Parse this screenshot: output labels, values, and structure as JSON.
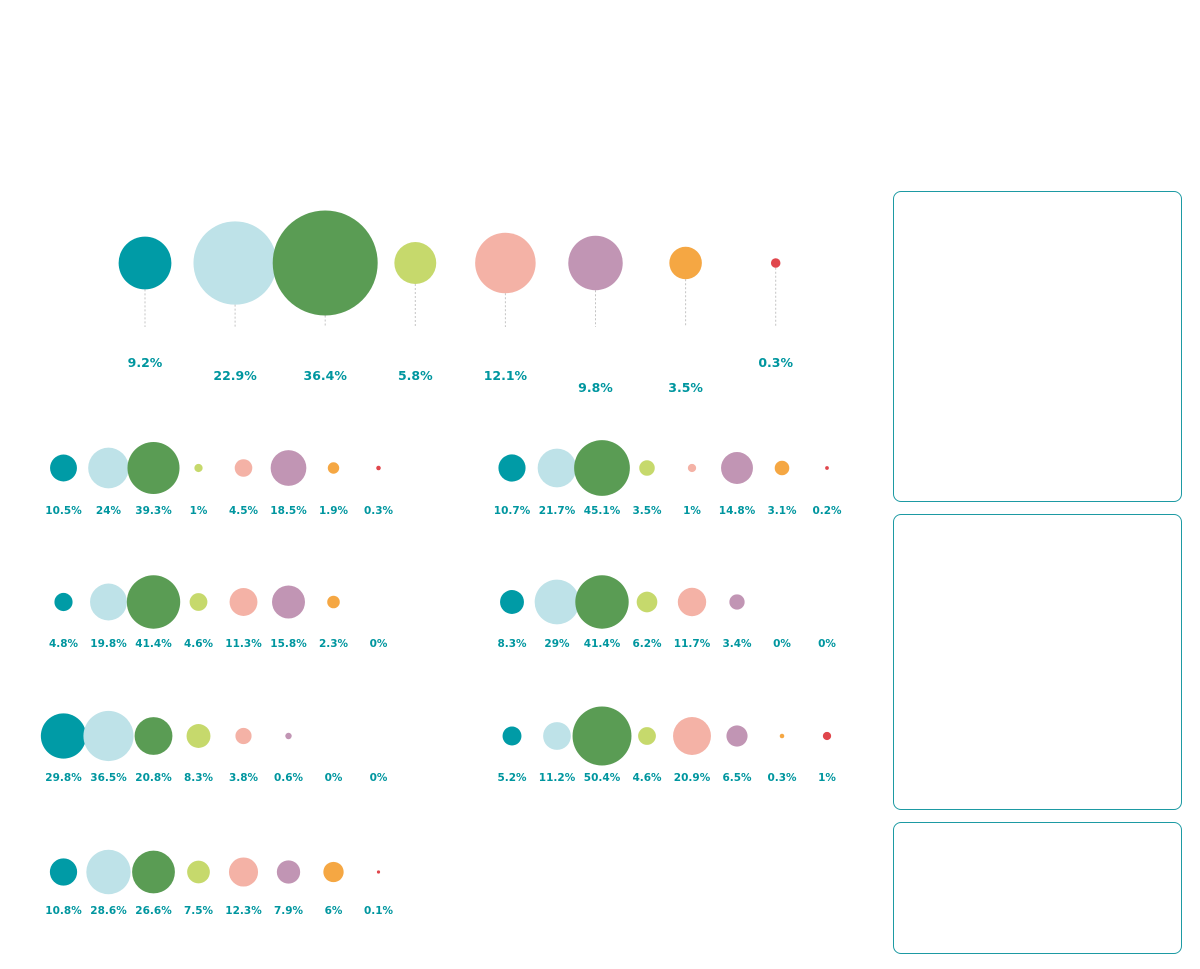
{
  "colors": [
    "#009ba6",
    "#bee2e8",
    "#5a9c54",
    "#c6d96c",
    "#f4b2a6",
    "#c195b4",
    "#f5a743",
    "#e0464c"
  ],
  "chart_data": [
    {
      "type": "bubble",
      "values": [
        9.2,
        22.9,
        36.4,
        5.8,
        12.1,
        9.8,
        3.5,
        0.3
      ],
      "labels": [
        "9.2%",
        "22.9%",
        "36.4%",
        "5.8%",
        "12.1%",
        "9.8%",
        "3.5%",
        "0.3%"
      ]
    },
    {
      "type": "bubble",
      "values": [
        10.5,
        24,
        39.3,
        1,
        4.5,
        18.5,
        1.9,
        0.3
      ],
      "labels": [
        "10.5%",
        "24%",
        "39.3%",
        "1%",
        "4.5%",
        "18.5%",
        "1.9%",
        "0.3%"
      ]
    },
    {
      "type": "bubble",
      "values": [
        10.7,
        21.7,
        45.1,
        3.5,
        1,
        14.8,
        3.1,
        0.2
      ],
      "labels": [
        "10.7%",
        "21.7%",
        "45.1%",
        "3.5%",
        "1%",
        "14.8%",
        "3.1%",
        "0.2%"
      ]
    },
    {
      "type": "bubble",
      "values": [
        4.8,
        19.8,
        41.4,
        4.6,
        11.3,
        15.8,
        2.3,
        0
      ],
      "labels": [
        "4.8%",
        "19.8%",
        "41.4%",
        "4.6%",
        "11.3%",
        "15.8%",
        "2.3%",
        "0%"
      ]
    },
    {
      "type": "bubble",
      "values": [
        8.3,
        29,
        41.4,
        6.2,
        11.7,
        3.4,
        0,
        0
      ],
      "labels": [
        "8.3%",
        "29%",
        "41.4%",
        "6.2%",
        "11.7%",
        "3.4%",
        "0%",
        "0%"
      ]
    },
    {
      "type": "bubble",
      "values": [
        29.8,
        36.5,
        20.8,
        8.3,
        3.8,
        0.6,
        0,
        0
      ],
      "labels": [
        "29.8%",
        "36.5%",
        "20.8%",
        "8.3%",
        "3.8%",
        "0.6%",
        "0%",
        "0%"
      ]
    },
    {
      "type": "bubble",
      "values": [
        5.2,
        11.2,
        50.4,
        4.6,
        20.9,
        6.5,
        0.3,
        1
      ],
      "labels": [
        "5.2%",
        "11.2%",
        "50.4%",
        "4.6%",
        "20.9%",
        "6.5%",
        "0.3%",
        "1%"
      ]
    },
    {
      "type": "bubble",
      "values": [
        10.8,
        28.6,
        26.6,
        7.5,
        12.3,
        7.9,
        6,
        0.1
      ],
      "labels": [
        "10.8%",
        "28.6%",
        "26.6%",
        "7.5%",
        "12.3%",
        "7.9%",
        "6%",
        "0.1%"
      ]
    }
  ]
}
